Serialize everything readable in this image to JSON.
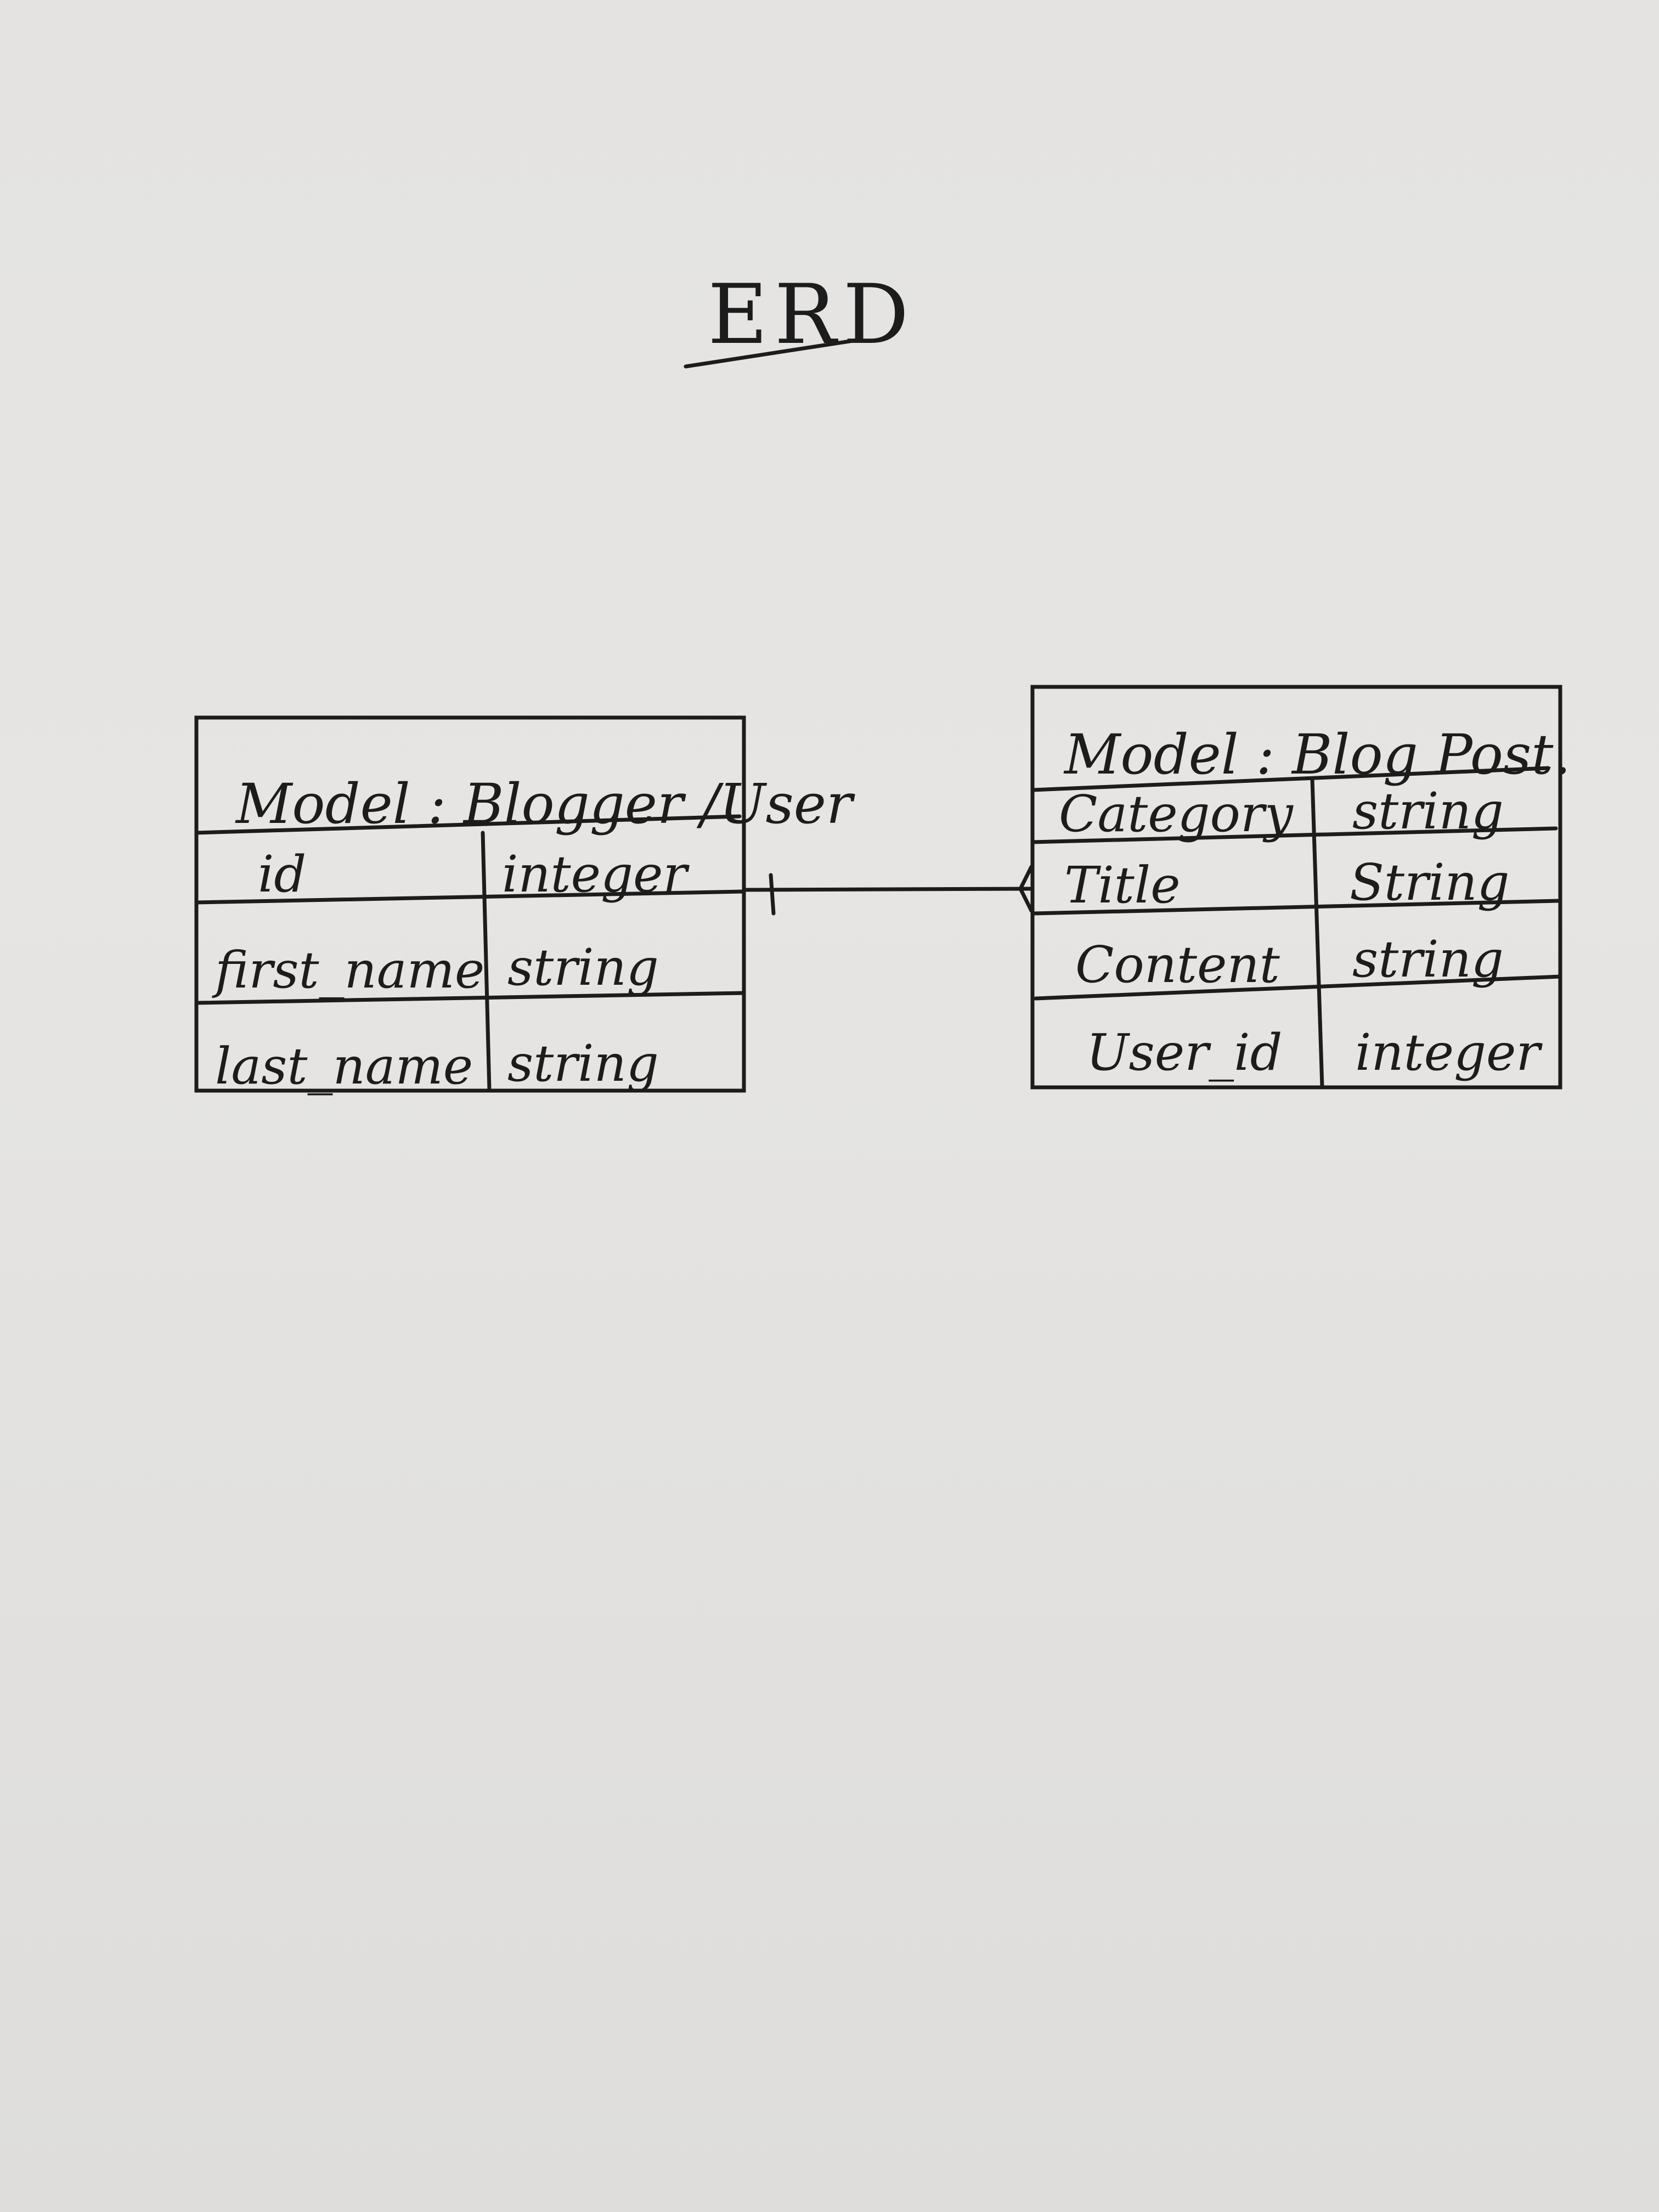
{
  "title": "ERD",
  "entities": [
    {
      "model_label": "Model : Blogger /User",
      "rows": [
        {
          "field": "id",
          "type": "integer"
        },
        {
          "field": "first_name",
          "type": "string"
        },
        {
          "field": "last_name",
          "type": "string"
        }
      ]
    },
    {
      "model_label": "Model : Blog Post.",
      "rows": [
        {
          "field": "Category",
          "type": "string"
        },
        {
          "field": "Title",
          "type": "String"
        },
        {
          "field": "Content",
          "type": "string"
        },
        {
          "field": "User_id",
          "type": "integer"
        }
      ]
    }
  ],
  "relationship": {
    "from_cardinality": "one",
    "to_cardinality": "many"
  },
  "colors": {
    "paper": "#e4e3e1",
    "ink": "#1c1c1c"
  }
}
